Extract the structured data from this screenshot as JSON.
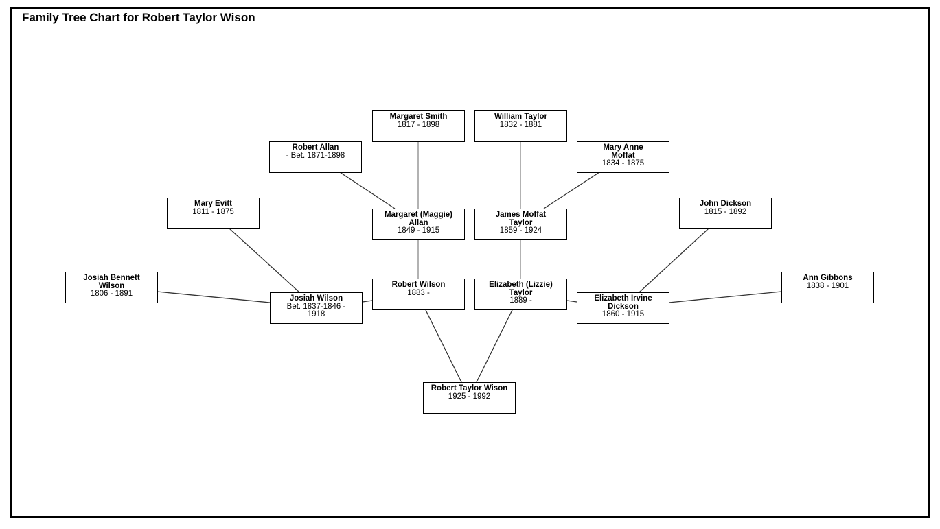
{
  "title": "Family Tree Chart for Robert Taylor Wison",
  "people": {
    "root": {
      "name": "Robert Taylor Wison",
      "dates": "1925 - 1992"
    },
    "father": {
      "name": "Robert Wilson",
      "dates": "1883 -"
    },
    "mother": {
      "name": "Elizabeth (Lizzie) Taylor",
      "dates": "1889 -"
    },
    "pat_grandfather": {
      "name": "Josiah Wilson",
      "dates": "Bet. 1837-1846 - 1918"
    },
    "pat_grandmother": {
      "name": "Margaret (Maggie) Allan",
      "dates": "1849 - 1915"
    },
    "mat_grandfather": {
      "name": "James Moffat Taylor",
      "dates": "1859 - 1924"
    },
    "mat_grandmother": {
      "name": "Elizabeth Irvine Dickson",
      "dates": "1860 - 1915"
    },
    "ggf_josiah_bennett": {
      "name": "Josiah Bennett Wilson",
      "dates": "1806 - 1891"
    },
    "ggm_mary_evitt": {
      "name": "Mary Evitt",
      "dates": "1811 - 1875"
    },
    "ggf_robert_allan": {
      "name": "Robert Allan",
      "dates": "- Bet. 1871-1898"
    },
    "ggm_margaret_smith": {
      "name": "Margaret Smith",
      "dates": "1817 - 1898"
    },
    "ggf_william_taylor": {
      "name": "William Taylor",
      "dates": "1832 - 1881"
    },
    "ggm_mary_anne_moffat": {
      "name": "Mary Anne Moffat",
      "dates": "1834 - 1875"
    },
    "ggf_john_dickson": {
      "name": "John Dickson",
      "dates": "1815 - 1892"
    },
    "ggm_ann_gibbons": {
      "name": "Ann Gibbons",
      "dates": "1838 - 1901"
    }
  },
  "relations": [
    [
      "root",
      "father"
    ],
    [
      "root",
      "mother"
    ],
    [
      "father",
      "pat_grandfather"
    ],
    [
      "father",
      "pat_grandmother"
    ],
    [
      "mother",
      "mat_grandfather"
    ],
    [
      "mother",
      "mat_grandmother"
    ],
    [
      "pat_grandfather",
      "ggf_josiah_bennett"
    ],
    [
      "pat_grandfather",
      "ggm_mary_evitt"
    ],
    [
      "pat_grandmother",
      "ggf_robert_allan"
    ],
    [
      "pat_grandmother",
      "ggm_margaret_smith"
    ],
    [
      "mat_grandfather",
      "ggf_william_taylor"
    ],
    [
      "mat_grandfather",
      "ggm_mary_anne_moffat"
    ],
    [
      "mat_grandmother",
      "ggf_john_dickson"
    ],
    [
      "mat_grandmother",
      "ggm_ann_gibbons"
    ]
  ]
}
